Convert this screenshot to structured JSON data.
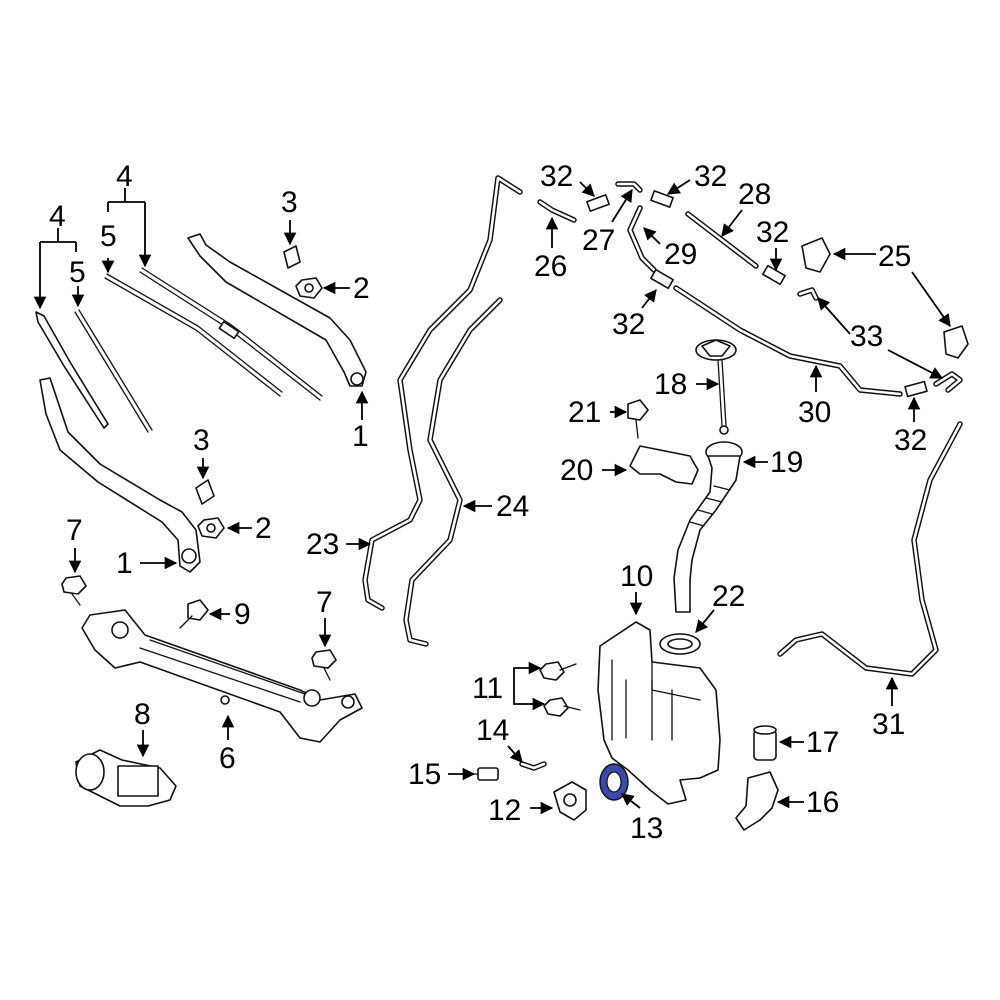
{
  "callouts": {
    "c1a": "1",
    "c1b": "1",
    "c2a": "2",
    "c2b": "2",
    "c3a": "3",
    "c3b": "3",
    "c4a": "4",
    "c4b": "4",
    "c5a": "5",
    "c5b": "5",
    "c6": "6",
    "c7a": "7",
    "c7b": "7",
    "c8": "8",
    "c9": "9",
    "c10": "10",
    "c11": "11",
    "c12": "12",
    "c13": "13",
    "c14": "14",
    "c15": "15",
    "c16": "16",
    "c17": "17",
    "c18": "18",
    "c19": "19",
    "c20": "20",
    "c21": "21",
    "c22": "22",
    "c23": "23",
    "c24": "24",
    "c25": "25",
    "c26": "26",
    "c27": "27",
    "c28": "28",
    "c29": "29",
    "c30": "30",
    "c31": "31",
    "c32a": "32",
    "c32b": "32",
    "c32c": "32",
    "c32d": "32",
    "c32e": "32",
    "c33": "33"
  },
  "colors": {
    "highlight": "#3b4aa8",
    "line": "#111111"
  }
}
